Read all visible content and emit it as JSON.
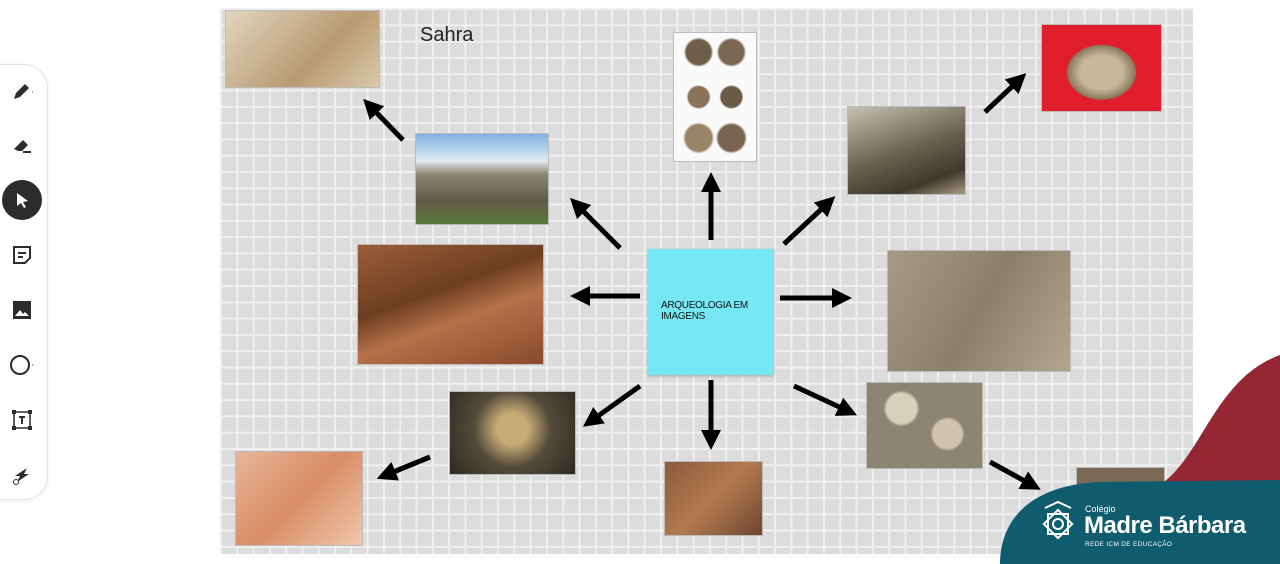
{
  "toolbar": {
    "tools": [
      "pen",
      "eraser",
      "select",
      "sticky-note",
      "image",
      "shape",
      "text-box",
      "laser"
    ],
    "active": "select"
  },
  "board": {
    "title": "Sahra",
    "sticky_note": "ARQUEOLOGIA EM IMAGENS",
    "sticky_color": "#76e8f5"
  },
  "images": [
    "fossils",
    "pyramid",
    "skulls",
    "dinosaur-skeleton",
    "shell",
    "excavation",
    "egyptian-relief",
    "fossil-creature",
    "stone-carving",
    "ammonites",
    "cave-painting",
    "rock"
  ],
  "brand": {
    "small": "Colégio",
    "name": "Madre Bárbara",
    "tagline": "REDE ICM DE EDUCAÇÃO",
    "teal": "#0f5c6e",
    "red": "#952633"
  }
}
